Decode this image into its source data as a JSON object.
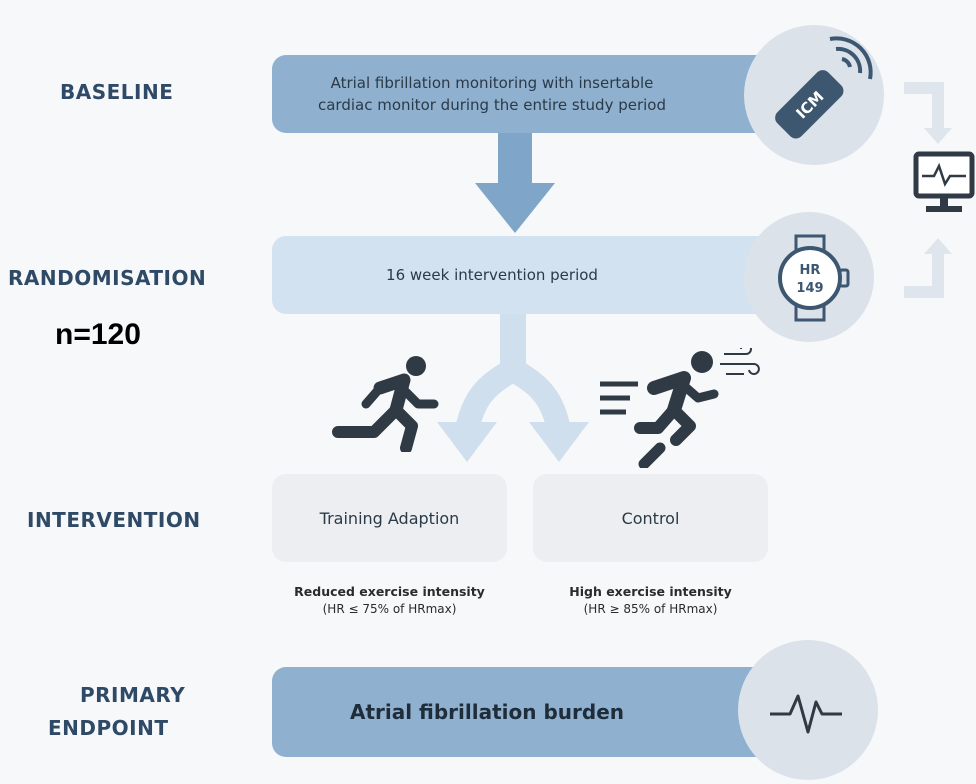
{
  "stages": {
    "baseline": "BASELINE",
    "randomisation": "RANDOMISATION",
    "n": "n=120",
    "intervention": "INTERVENTION",
    "endpoint_line1": "PRIMARY",
    "endpoint_line2": "ENDPOINT"
  },
  "boxes": {
    "baseline_line1": "Atrial fibrillation monitoring with insertable",
    "baseline_line2": "cardiac monitor during the entire study period",
    "randomisation": "16 week intervention period",
    "training": "Training Adaption",
    "control": "Control",
    "endpoint": "Atrial fibrillation burden"
  },
  "notes": {
    "training_bold": "Reduced exercise intensity",
    "training_sub": "(HR ≤ 75% of HRmax)",
    "control_bold": "High exercise intensity",
    "control_sub": "(HR ≥ 85% of HRmax)"
  },
  "icons": {
    "icm_label": "ICM",
    "watch_line1": "HR",
    "watch_line2": "149",
    "names": [
      "icm-device-icon",
      "watch-icon",
      "monitor-icon",
      "runner-icon",
      "sprinter-icon",
      "heartbeat-icon"
    ]
  },
  "colors": {
    "dark_blue_box": "#8fb0cf",
    "light_blue_box": "#d2e2f0",
    "grey_box": "#eceef1",
    "circle": "#dbe2ea",
    "arrow": "#7fa6c8",
    "stage_text": "#2f4a66"
  }
}
